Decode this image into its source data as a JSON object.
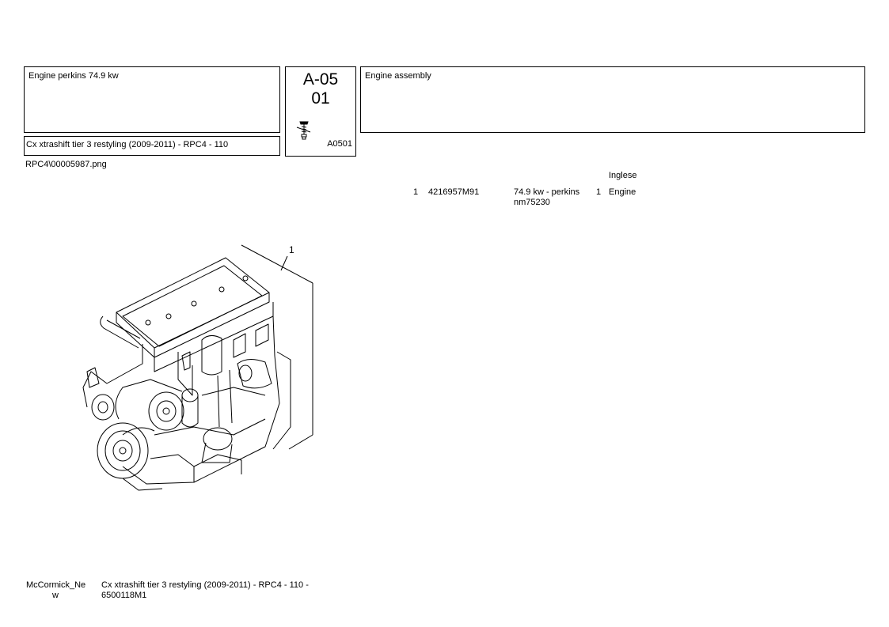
{
  "header": {
    "group_title": "Engine perkins 74.9 kw",
    "model": "Cx xtrashift tier 3 restyling (2009-2011) - RPC4 - 110",
    "page_code_line1": "A-05",
    "page_code_line2": "01",
    "page_ref": "A0501",
    "section_description": "Engine assembly"
  },
  "image_file": "RPC4\\00005987.png",
  "parts_table": {
    "language_header": "Inglese",
    "rows": [
      {
        "item": "1",
        "part_number": "4216957M91",
        "description_line1": "74.9 kw - perkins",
        "description_line2": "nm75230",
        "quantity": "1",
        "name": "Engine"
      }
    ]
  },
  "drawing": {
    "callout": "1"
  },
  "footer": {
    "brand_line1": "McCormick_Ne",
    "brand_line2": "w",
    "reference_line1": "Cx xtrashift tier 3 restyling (2009-2011) - RPC4 - 110 -",
    "reference_line2": "6500118M1"
  }
}
